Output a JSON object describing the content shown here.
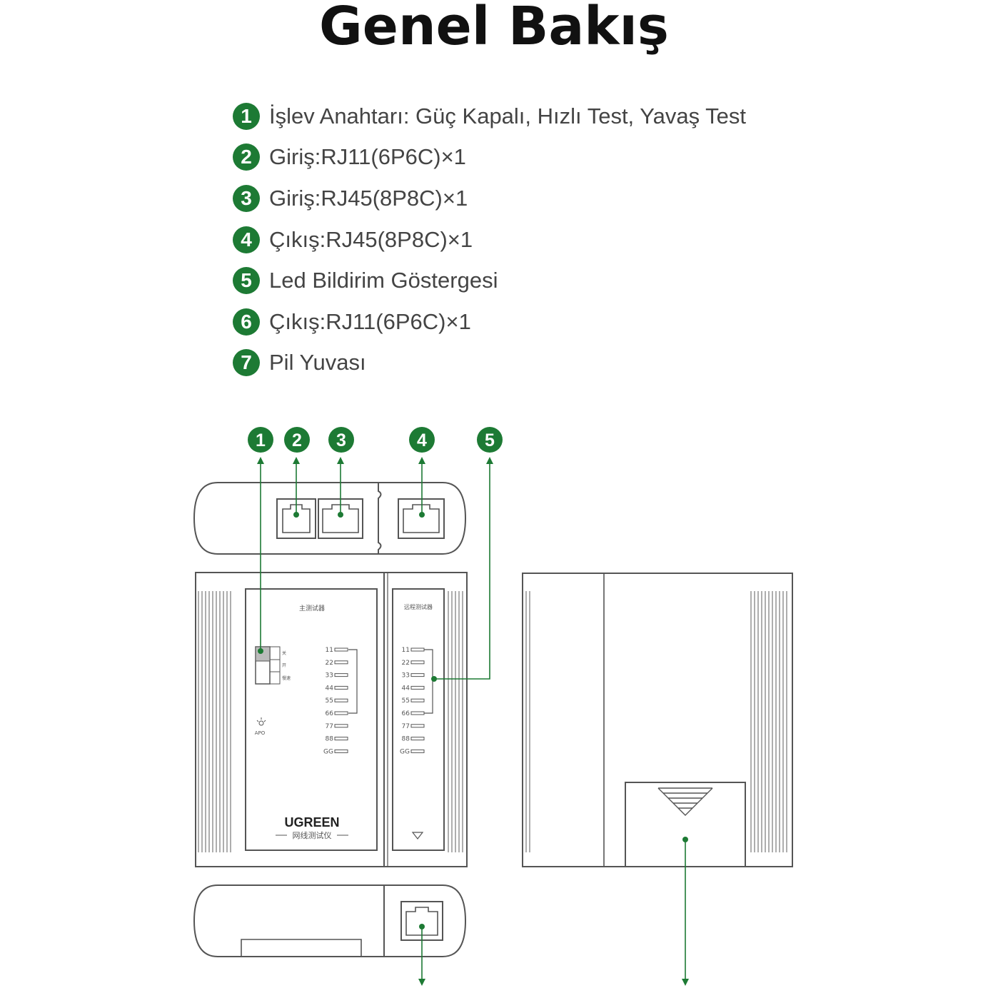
{
  "title": "Genel Bakış",
  "features": [
    {
      "num": "1",
      "text": "İşlev Anahtarı: Güç Kapalı, Hızlı Test, Yavaş Test"
    },
    {
      "num": "2",
      "text": "Giriş:RJ11(6P6C)×1"
    },
    {
      "num": "3",
      "text": "Giriş:RJ45(8P8C)×1"
    },
    {
      "num": "4",
      "text": "Çıkış:RJ45(8P8C)×1"
    },
    {
      "num": "5",
      "text": "Led Bildirim Göstergesi"
    },
    {
      "num": "6",
      "text": "Çıkış:RJ11(6P6C)×1"
    },
    {
      "num": "7",
      "text": "Pil Yuvası"
    }
  ],
  "callouts": [
    "1",
    "2",
    "3",
    "4",
    "5"
  ],
  "device": {
    "main_label": "主测试器",
    "remote_label": "远程测试器",
    "switch_labels": [
      "关",
      "开",
      "慢速"
    ],
    "apo_label": "APO",
    "led_labels": [
      "11",
      "22",
      "33",
      "44",
      "55",
      "66",
      "77",
      "88",
      "GG"
    ],
    "brand": "UGREEN",
    "subtitle": "网线测试仪"
  },
  "colors": {
    "accent": "#1d7a34",
    "line": "#555555"
  }
}
